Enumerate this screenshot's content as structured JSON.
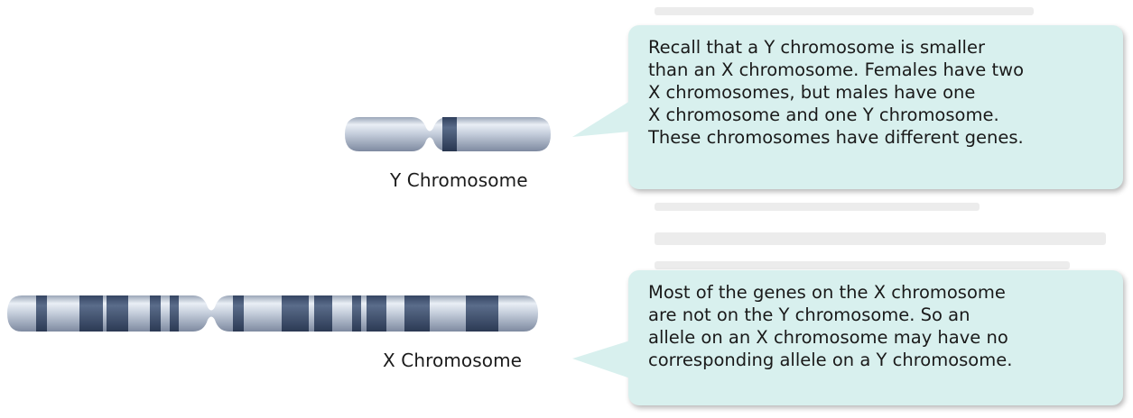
{
  "chromosomes": {
    "y_label": "Y Chromosome",
    "x_label": "X Chromosome"
  },
  "callouts": {
    "top_lines": [
      "Recall that a Y chromosome is smaller",
      "than an X chromosome. Females have two",
      "X chromosomes, but males have one",
      "X chromosome and one Y chromosome.",
      "These chromosomes have different genes."
    ],
    "bottom_lines": [
      "Most of the genes on the X chromosome",
      "are not on the Y chromosome. So an",
      "allele on an X chromosome may have no",
      "corresponding allele on a Y chromosome."
    ]
  },
  "colors": {
    "callout_bg": "#d8f0ee",
    "chromosome_light": "#c9d2e0",
    "band_dark": "#3e5070"
  }
}
